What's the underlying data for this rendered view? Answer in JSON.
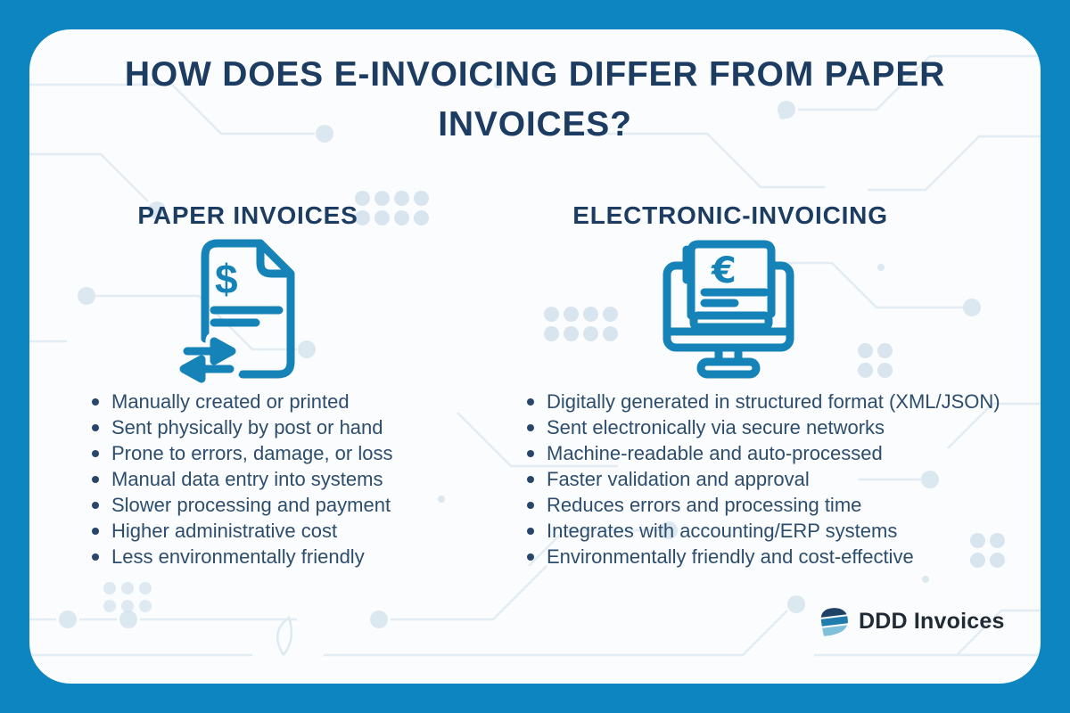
{
  "title": "HOW DOES E-INVOICING DIFFER FROM PAPER INVOICES?",
  "paper_column": {
    "heading": "PAPER INVOICES",
    "icon": "paper-invoice-icon",
    "items": [
      "Manually created or printed",
      "Sent physically by post or hand",
      "Prone to errors, damage, or loss",
      "Manual data entry into systems",
      "Slower processing and payment",
      "Higher administrative cost",
      "Less environmentally friendly"
    ]
  },
  "electronic_column": {
    "heading": "ELECTRONIC-INVOICING",
    "icon": "e-invoicing-monitor-icon",
    "items": [
      "Digitally generated in structured format (XML/JSON)",
      "Sent electronically via secure networks",
      "Machine-readable and auto-processed",
      "Faster validation and approval",
      "Reduces errors and processing time",
      "Integrates with accounting/ERP systems",
      "Environmentally friendly and cost-effective"
    ]
  },
  "brand": {
    "name": "DDD Invoices",
    "logo_icon": "ddd-invoices-logo"
  },
  "colors": {
    "frame": "#0d85c0",
    "icon_accent": "#1583b8",
    "heading_navy": "#1d3c62",
    "body_text": "#2d4d6d",
    "card_bg": "#fbfcfe",
    "pattern_line": "#e3ecf2",
    "pattern_dot": "#d8e4ee"
  }
}
